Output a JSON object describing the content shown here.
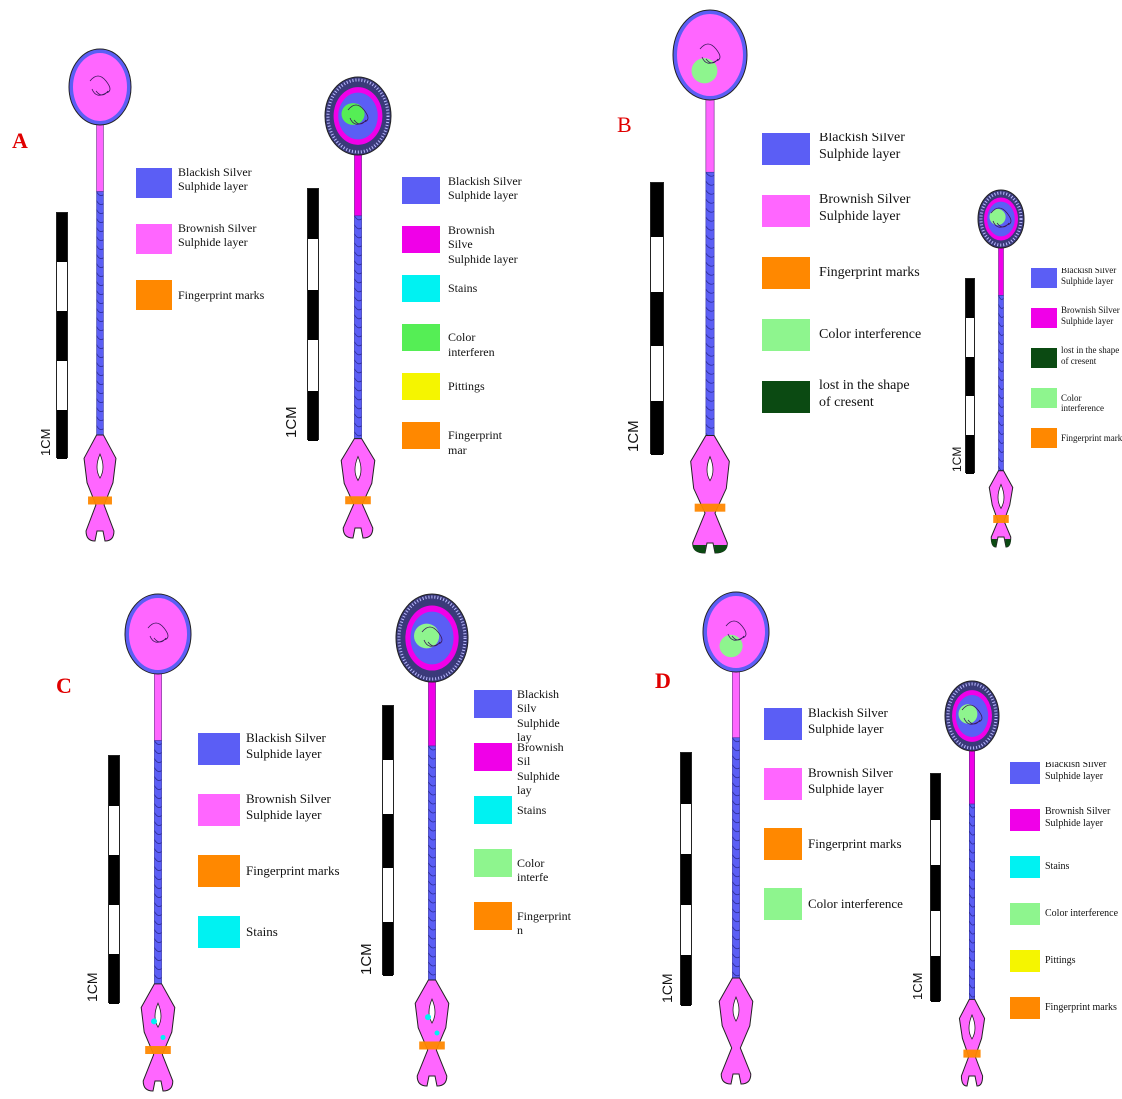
{
  "colors": {
    "blackish_silver_sulphide": "#5b5ef5",
    "brownish_silver_sulphide_light": "#ff66ff",
    "brownish_silver_sulphide_magenta": "#f000e8",
    "fingerprint": "#ff8800",
    "stains": "#00f2f2",
    "color_interference_bright": "#55ee55",
    "color_interference_light": "#8ef58e",
    "pittings": "#f5f500",
    "lost_crescent": "#0b4a12",
    "panel_letter": "#e00000"
  },
  "scale_label": "1CM",
  "panels": [
    {
      "id": "A",
      "letter": "A",
      "legends": [
        {
          "items": [
            {
              "label": "Blackish Silver\nSulphide layer",
              "color_key": "blackish_silver_sulphide"
            },
            {
              "label": "Brownish Silver\nSulphide layer",
              "color_key": "brownish_silver_sulphide_light"
            },
            {
              "label": "Fingerprint marks",
              "color_key": "fingerprint"
            }
          ]
        },
        {
          "items": [
            {
              "label": "Blackish Silver\nSulphide layer",
              "color_key": "blackish_silver_sulphide"
            },
            {
              "label": "Brownish Silve\nSulphide layer",
              "color_key": "brownish_silver_sulphide_magenta"
            },
            {
              "label": "Stains",
              "color_key": "stains"
            },
            {
              "label": "Color interferen",
              "color_key": "color_interference_bright"
            },
            {
              "label": "Pittings",
              "color_key": "pittings"
            },
            {
              "label": "Fingerprint mar",
              "color_key": "fingerprint"
            }
          ]
        }
      ]
    },
    {
      "id": "B",
      "letter": "B",
      "legends": [
        {
          "items": [
            {
              "label": "Blackish Silver\nSulphide layer",
              "color_key": "blackish_silver_sulphide"
            },
            {
              "label": "Brownish Silver\nSulphide layer",
              "color_key": "brownish_silver_sulphide_light"
            },
            {
              "label": "Fingerprint marks",
              "color_key": "fingerprint"
            },
            {
              "label": "Color interference",
              "color_key": "color_interference_light"
            },
            {
              "label": "lost in the shape\nof cresent",
              "color_key": "lost_crescent"
            }
          ]
        },
        {
          "items": [
            {
              "label": "Blackish Silver\nSulphide layer",
              "color_key": "blackish_silver_sulphide"
            },
            {
              "label": "Brownish Silver\nSulphide layer",
              "color_key": "brownish_silver_sulphide_magenta"
            },
            {
              "label": "lost in the shape\nof cresent",
              "color_key": "lost_crescent"
            },
            {
              "label": "Color interference",
              "color_key": "color_interference_light"
            },
            {
              "label": "Fingerprint marks",
              "color_key": "fingerprint"
            }
          ]
        }
      ]
    },
    {
      "id": "C",
      "letter": "C",
      "legends": [
        {
          "items": [
            {
              "label": "Blackish Silver\nSulphide layer",
              "color_key": "blackish_silver_sulphide"
            },
            {
              "label": "Brownish Silver\nSulphide layer",
              "color_key": "brownish_silver_sulphide_light"
            },
            {
              "label": "Fingerprint marks",
              "color_key": "fingerprint"
            },
            {
              "label": "Stains",
              "color_key": "stains"
            }
          ]
        },
        {
          "items": [
            {
              "label": "Blackish Silv\nSulphide lay",
              "color_key": "blackish_silver_sulphide"
            },
            {
              "label": "Brownish Sil\nSulphide lay",
              "color_key": "brownish_silver_sulphide_magenta"
            },
            {
              "label": "Stains",
              "color_key": "stains"
            },
            {
              "label": "Color interfe",
              "color_key": "color_interference_light"
            },
            {
              "label": "Fingerprint n",
              "color_key": "fingerprint"
            }
          ]
        }
      ]
    },
    {
      "id": "D",
      "letter": "D",
      "legends": [
        {
          "items": [
            {
              "label": "Blackish Silver\nSulphide layer",
              "color_key": "blackish_silver_sulphide"
            },
            {
              "label": "Brownish Silver\nSulphide layer",
              "color_key": "brownish_silver_sulphide_light"
            },
            {
              "label": "Fingerprint marks",
              "color_key": "fingerprint"
            },
            {
              "label": "Color interference",
              "color_key": "color_interference_light"
            }
          ]
        },
        {
          "items": [
            {
              "label": "Blackish Silver\nSulphide layer",
              "color_key": "blackish_silver_sulphide"
            },
            {
              "label": "Brownish Silver\nSulphide layer",
              "color_key": "brownish_silver_sulphide_magenta"
            },
            {
              "label": "Stains",
              "color_key": "stains"
            },
            {
              "label": "Color interference",
              "color_key": "color_interference_light"
            },
            {
              "label": "Pittings",
              "color_key": "pittings"
            },
            {
              "label": "Fingerprint marks",
              "color_key": "fingerprint"
            }
          ]
        }
      ]
    }
  ]
}
